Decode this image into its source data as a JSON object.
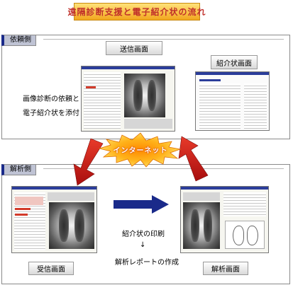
{
  "title": "遠隔診断支援と電子紹介状の流れ",
  "sections": {
    "top": {
      "label": "依頼側"
    },
    "bottom": {
      "label": "解析側"
    }
  },
  "screens": {
    "send": "送信画面",
    "intro": "紹介状画面",
    "receive": "受信画面",
    "analysis": "解析画面"
  },
  "texts": {
    "request_line1": "画像診断の依頼と",
    "request_line2": "電子紹介状を添付",
    "step1": "紹介状の印刷",
    "step_arrow": "↓",
    "step2": "解析レポートの作成"
  },
  "internet": "インターネット",
  "colors": {
    "title_text": "#c0302a",
    "title_bg": "#f2a61e",
    "arrow_red": "#c81414",
    "arrow_blue": "#1a2a8a",
    "burst_center": "#ff9a00",
    "section_tab": "#bfc3d4"
  }
}
